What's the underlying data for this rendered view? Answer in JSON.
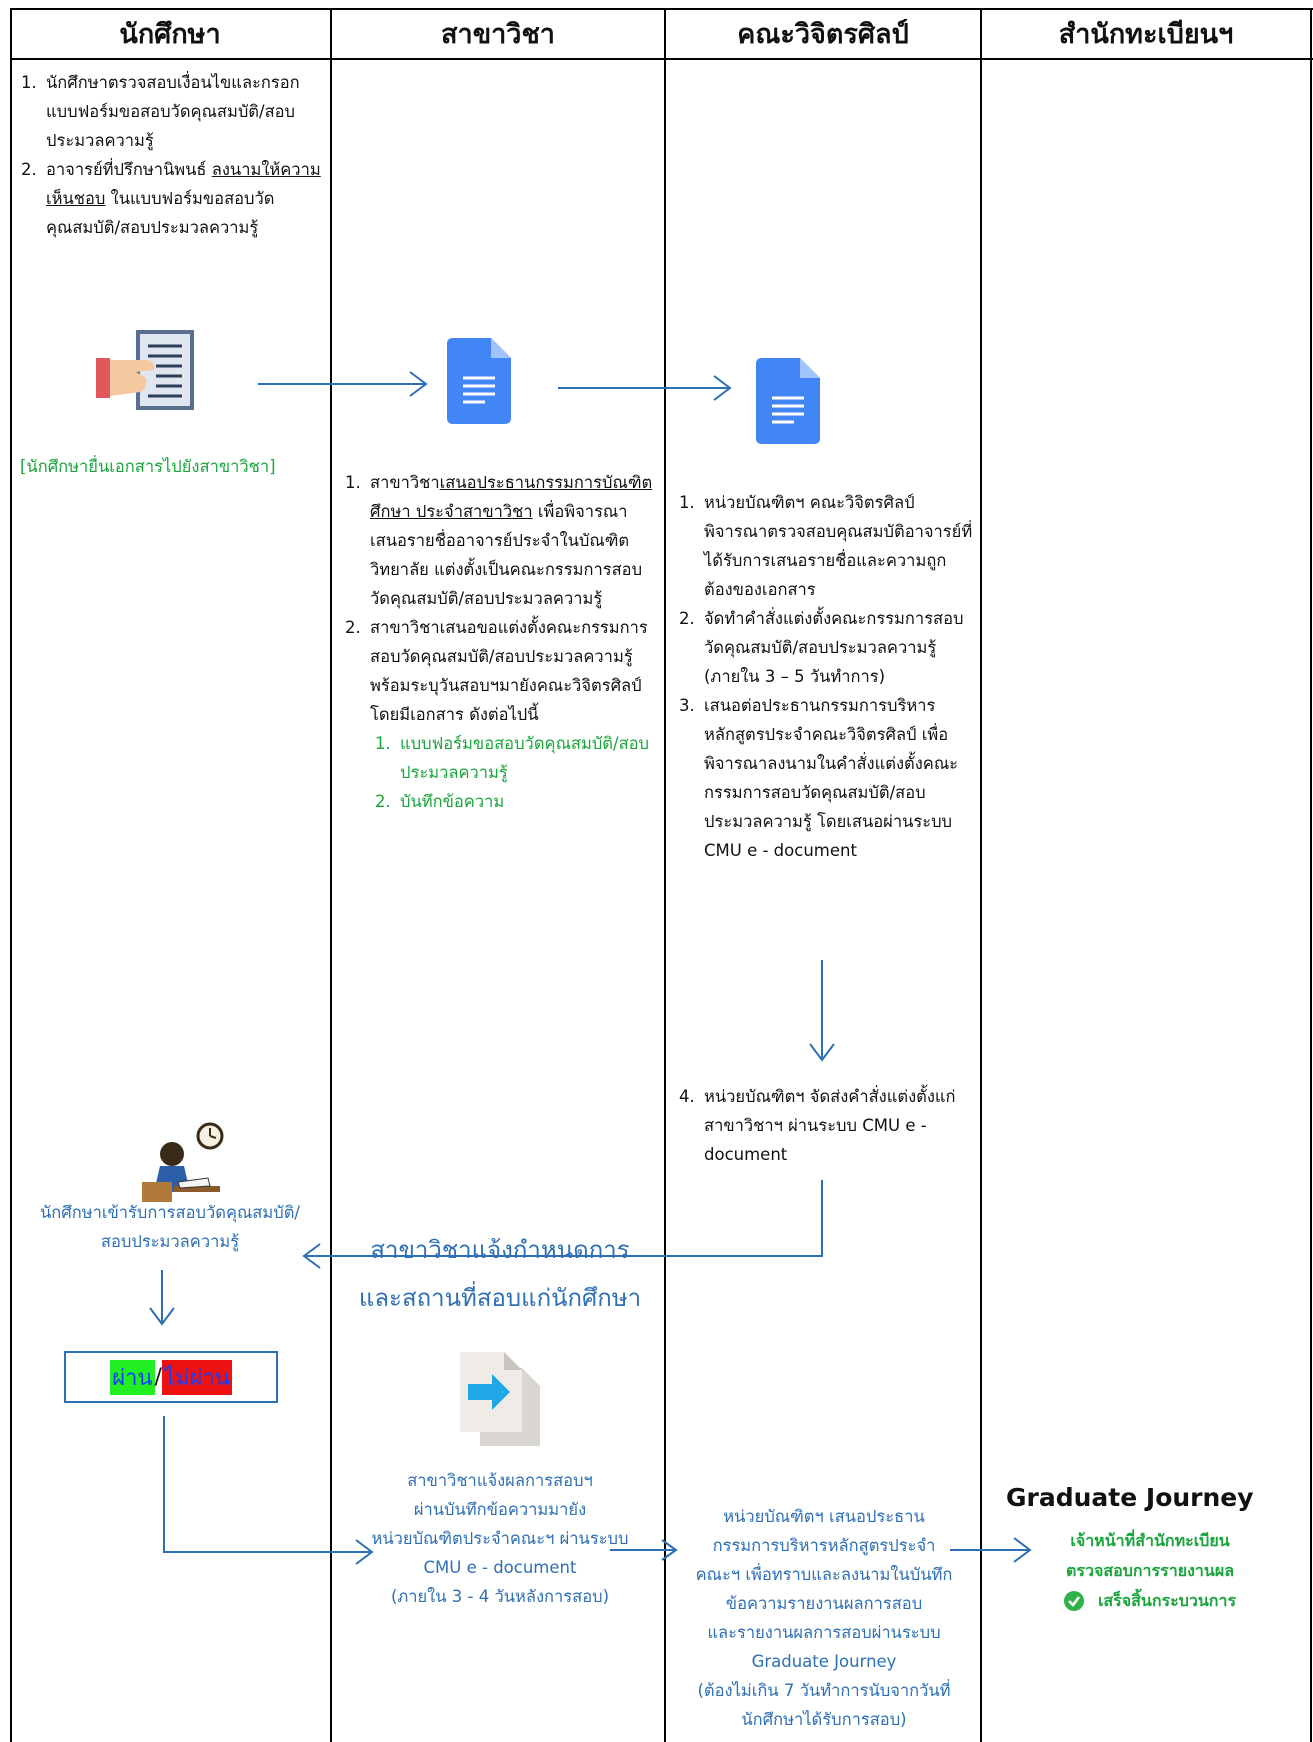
{
  "columns": [
    "นักศึกษา",
    "สาขาวิชา",
    "คณะวิจิตรศิลป์",
    "สำนักทะเบียนฯ"
  ],
  "student": {
    "steps": [
      "นักศึกษาตรวจสอบเงื่อนไขและกรอกแบบฟอร์มขอสอบวัดคุณสมบัติ/สอบประมวลความรู้",
      "อาจารย์ที่ปรึกษานิพนธ์"
    ],
    "step2_underlined": "ลงนามให้ความเห็นชอบ",
    "step2_tail": " ในแบบฟอร์มขอสอบวัดคุณสมบัติ/สอบประมวลความรู้",
    "submit_caption": "[นักศึกษายื่นเอกสารไปยังสาขาวิชา]",
    "exam_caption_1": "นักศึกษาเข้ารับการสอบวัดคุณสมบัติ/",
    "exam_caption_2": "สอบประมวลความรู้",
    "result_pass": "ผ่าน",
    "result_sep": " / ",
    "result_fail": "ไม่ผ่าน"
  },
  "department": {
    "step1_prefix": "สาขาวิชา",
    "step1_link": "เสนอประธานกรรมการบัณฑิตศึกษา ประจำสาขาวิชา",
    "step1_suffix": " เพื่อพิจารณาเสนอรายชื่ออาจารย์ประจำในบัณฑิตวิทยาลัย แต่งตั้งเป็นคณะกรรมการสอบวัดคุณสมบัติ/สอบประมวลความรู้",
    "step2": "สาขาวิชาเสนอขอแต่งตั้งคณะกรรมการสอบวัดคุณสมบัติ/สอบประมวลความรู้ พร้อมระบุวันสอบฯมายังคณะวิจิตรศิลป์ โดยมีเอกสาร ดังต่อไปนี้",
    "sub1": "แบบฟอร์มขอสอบวัดคุณสมบัติ/สอบประมวลความรู้",
    "sub2": "บันทึกข้อความ",
    "announce_1": "สาขาวิชาแจ้งกำหนดการ",
    "announce_2": "และสถานที่สอบแก่นักศึกษา",
    "result_notice": [
      "สาขาวิชาแจ้งผลการสอบฯ",
      "ผ่านบันทึกข้อความมายัง",
      "หน่วยบัณฑิตประจำคณะฯ ผ่านระบบ",
      "CMU e - document",
      "(ภายใน 3 - 4 วันหลังการสอบ)"
    ]
  },
  "faculty": {
    "steps": [
      "หน่วยบัณฑิตฯ คณะวิจิตรศิลป์ พิจารณาตรวจสอบคุณสมบัติอาจารย์ที่ได้รับการเสนอรายชื่อและความถูกต้องของเอกสาร",
      "จัดทำคำสั่งแต่งตั้งคณะกรรมการสอบวัดคุณสมบัติ/สอบประมวลความรู้ (ภายใน 3 – 5 วันทำการ)",
      "เสนอต่อประธานกรรมการบริหารหลักสูตรประจำคณะวิจิตรศิลป์ เพื่อพิจารณาลงนามในคำสั่งแต่งตั้งคณะกรรมการสอบวัดคุณสมบัติ/สอบประมวลความรู้ โดยเสนอผ่านระบบ CMU e - document"
    ],
    "step4": "หน่วยบัณฑิตฯ จัดส่งคำสั่งแต่งตั้งแก่สาขาวิชาฯ ผ่านระบบ CMU e - document",
    "report": [
      "หน่วยบัณฑิตฯ เสนอประธาน",
      "กรรมการบริหารหลักสูตรประจำ",
      "คณะฯ เพื่อทราบและลงนามในบันทึก",
      "ข้อความรายงานผลการสอบ",
      "และรายงานผลการสอบผ่านระบบ",
      "Graduate Journey",
      "(ต้องไม่เกิน 7 วันทำการนับจากวันที่",
      "นักศึกษาได้รับการสอบ)"
    ]
  },
  "registrar": {
    "brand": "Graduate Journey",
    "line1": "เจ้าหน้าที่สำนักทะเบียน",
    "line2": "ตรวจสอบการรายงานผล",
    "line3": "เสร็จสิ้นกระบวนการ"
  },
  "colors": {
    "green": "#1aa53c",
    "blue": "#2e6fb5"
  }
}
